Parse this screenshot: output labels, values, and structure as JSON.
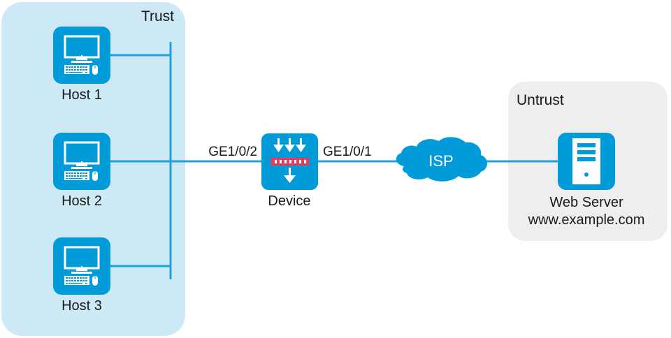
{
  "diagram": {
    "zones": [
      {
        "id": "trust",
        "label": "Trust",
        "color": "#cde9f6"
      },
      {
        "id": "untrust",
        "label": "Untrust",
        "color": "#eeeeee"
      }
    ],
    "hosts": [
      {
        "id": "host1",
        "label": "Host 1"
      },
      {
        "id": "host2",
        "label": "Host 2"
      },
      {
        "id": "host3",
        "label": "Host 3"
      }
    ],
    "device": {
      "label": "Device",
      "icon": "firewall-icon"
    },
    "interfaces": {
      "left": "GE1/0/2",
      "right": "GE1/0/1"
    },
    "cloud": {
      "label": "ISP",
      "icon": "cloud-icon"
    },
    "server": {
      "label": "Web Server",
      "sublabel": "www.example.com",
      "icon": "server-icon"
    },
    "colors": {
      "icon_blue": "#009bd8",
      "link_blue": "#1aa3dc",
      "firewall_red": "#e0405e",
      "text": "#1a1a1a"
    }
  }
}
